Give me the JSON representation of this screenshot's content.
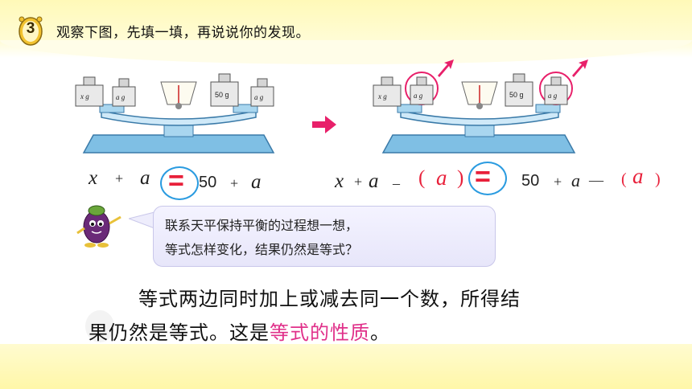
{
  "header": {
    "badge_number": "3",
    "instruction": "观察下图，先填一填，再说说你的发现。"
  },
  "scale_left": {
    "weights_left": [
      "x g",
      "a g"
    ],
    "weights_right": [
      "50 g",
      "a g"
    ]
  },
  "scale_right": {
    "weights_left": [
      "x g",
      "a g"
    ],
    "weights_right": [
      "50 g",
      "a g"
    ]
  },
  "equation_left": {
    "x": "x",
    "plus1": "+",
    "a1": "a",
    "equals": "=",
    "num": "50",
    "plus2": "+",
    "a2": "a"
  },
  "equation_right": {
    "x": "x",
    "plus1": "+",
    "a1": "a",
    "minus1": "–",
    "lparen1": "(",
    "fill1": "a",
    "rparen1": ")",
    "equals": "=",
    "num": "50",
    "plus2": "+",
    "a2": "a",
    "minus2": "—",
    "lparen2": "(",
    "fill2": "a",
    "rparen2": ")"
  },
  "bubble": {
    "line1": "联系天平保持平衡的过程想一想，",
    "line2": "等式怎样变化，结果仍然是等式？"
  },
  "conclusion": {
    "line1": "等式两边同时加上或减去同一个数，所得结",
    "line2_plain": "果仍然是等式。这是",
    "line2_highlight": "等式的性质",
    "line2_end": "。"
  },
  "colors": {
    "accent_red": "#e8203a",
    "highlight_pink": "#e0308a",
    "circle_blue": "#2a9be0",
    "scale_blue": "#8fc6e6"
  },
  "icons": [
    "number-badge-icon",
    "balance-scale-icon",
    "right-arrow-icon",
    "eggplant-mascot-icon"
  ]
}
